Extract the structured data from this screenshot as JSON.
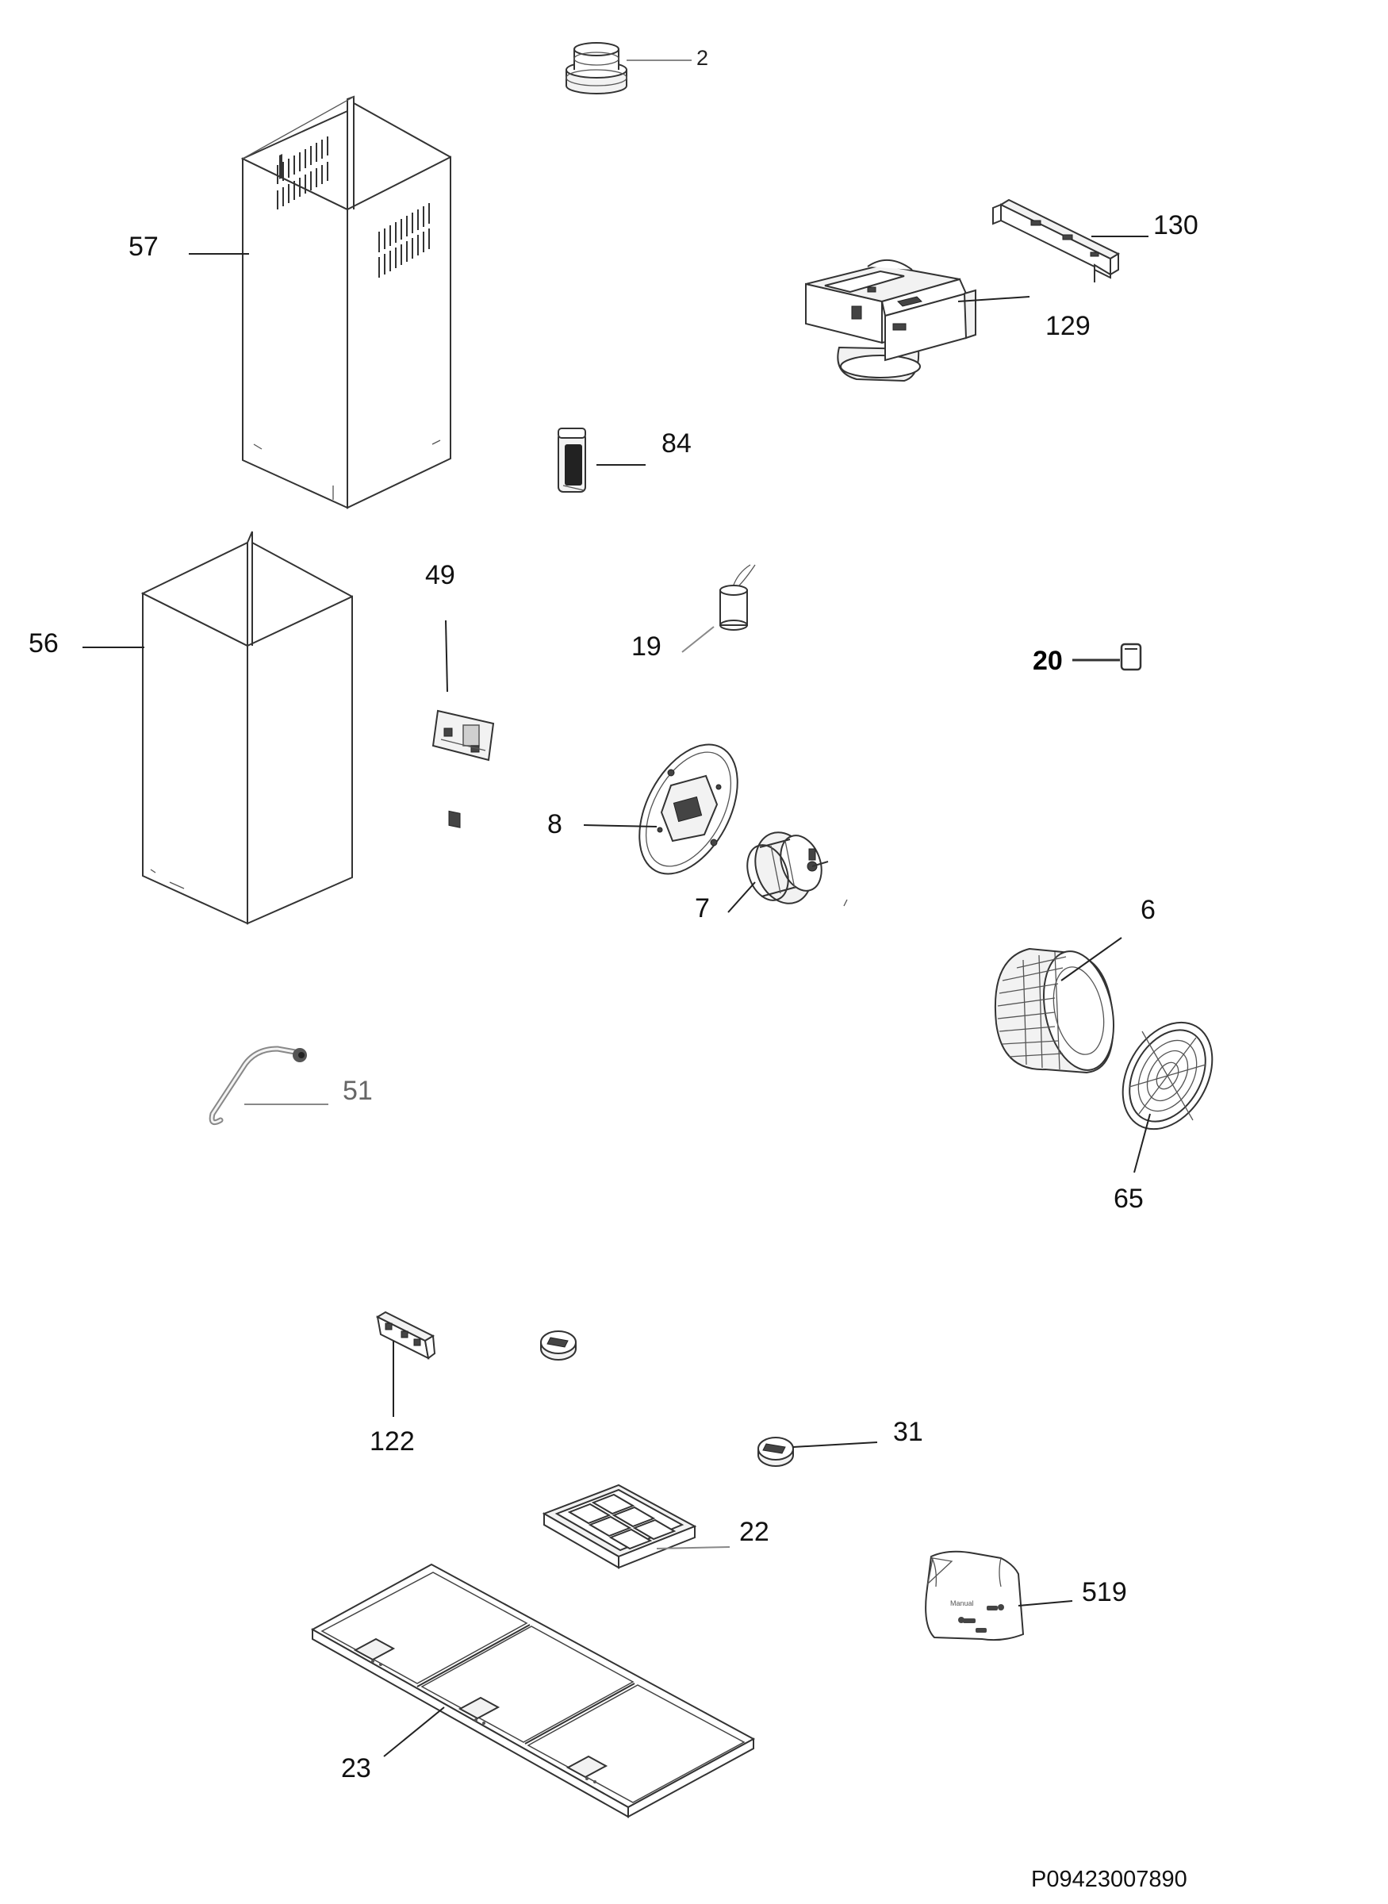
{
  "diagram": {
    "drawing_code": "P09423007890",
    "parts": [
      {
        "id": "2",
        "label": "2"
      },
      {
        "id": "57",
        "label": "57"
      },
      {
        "id": "130",
        "label": "130"
      },
      {
        "id": "129",
        "label": "129"
      },
      {
        "id": "84",
        "label": "84"
      },
      {
        "id": "49",
        "label": "49"
      },
      {
        "id": "19",
        "label": "19"
      },
      {
        "id": "56",
        "label": "56"
      },
      {
        "id": "20",
        "label": "20"
      },
      {
        "id": "8",
        "label": "8"
      },
      {
        "id": "7",
        "label": "7"
      },
      {
        "id": "6",
        "label": "6"
      },
      {
        "id": "51",
        "label": "51"
      },
      {
        "id": "65",
        "label": "65"
      },
      {
        "id": "122",
        "label": "122"
      },
      {
        "id": "31",
        "label": "31"
      },
      {
        "id": "22",
        "label": "22"
      },
      {
        "id": "519",
        "label": "519"
      },
      {
        "id": "23",
        "label": "23"
      }
    ]
  }
}
